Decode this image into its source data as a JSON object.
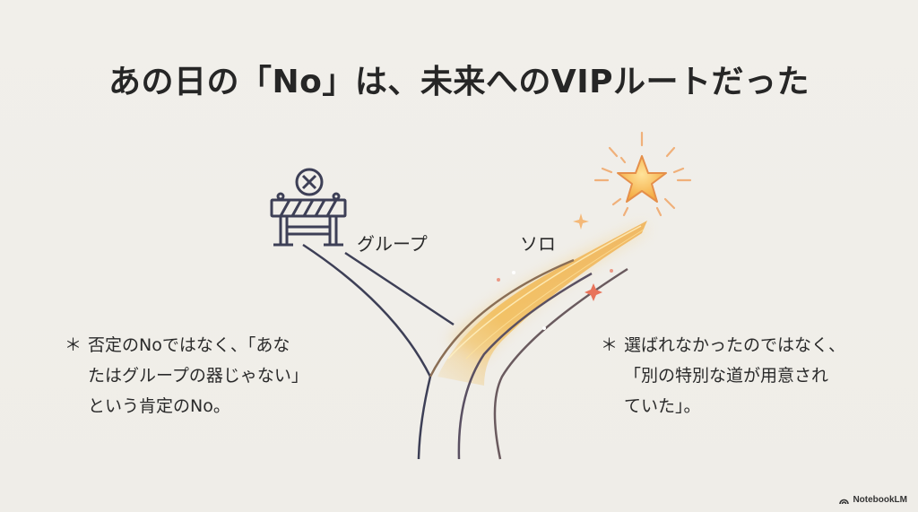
{
  "slide": {
    "title": "あの日の「No」は、未来へのVIPルートだった",
    "labels": {
      "group": "グループ",
      "solo": "ソロ"
    },
    "left_note": {
      "bullet": "＊",
      "lines": [
        "否定のNoではなく、「あな",
        "たはグループの器じゃない」",
        "という肯定のNo。"
      ]
    },
    "right_note": {
      "bullet": "＊",
      "lines": [
        "選ばれなかったのではなく、",
        "「別の特別な道が用意され",
        "ていた」。"
      ]
    },
    "icons": {
      "barrier": "road-barrier-with-x-icon",
      "star": "glowing-star-icon",
      "sparkles": "sparkle-icon"
    },
    "colors": {
      "background": "#f0eee9",
      "line": "#3d3f56",
      "gold": "#f2b441",
      "sparkle": "#e8735a"
    }
  },
  "brand": {
    "label": "NotebookLM",
    "icon": "notebooklm-logo-icon"
  }
}
